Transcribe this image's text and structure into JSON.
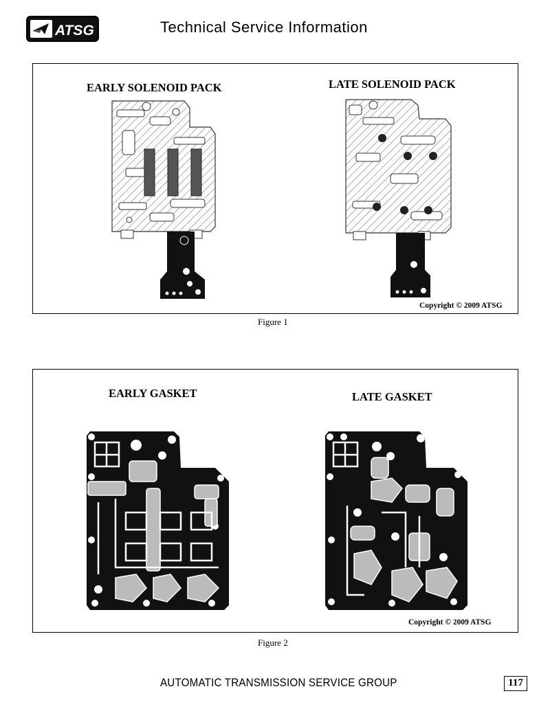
{
  "header": {
    "logo_text": "ATSG",
    "title": "Technical Service Information"
  },
  "figure1": {
    "left_heading": "EARLY SOLENOID PACK",
    "right_heading": "LATE SOLENOID PACK",
    "copyright": "Copyright © 2009 ATSG",
    "caption": "Figure 1"
  },
  "figure2": {
    "left_heading": "EARLY GASKET",
    "right_heading": "LATE GASKET",
    "copyright": "Copyright © 2009 ATSG",
    "caption": "Figure 2"
  },
  "footer": {
    "organization": "AUTOMATIC TRANSMISSION SERVICE GROUP",
    "page_number": "117"
  }
}
